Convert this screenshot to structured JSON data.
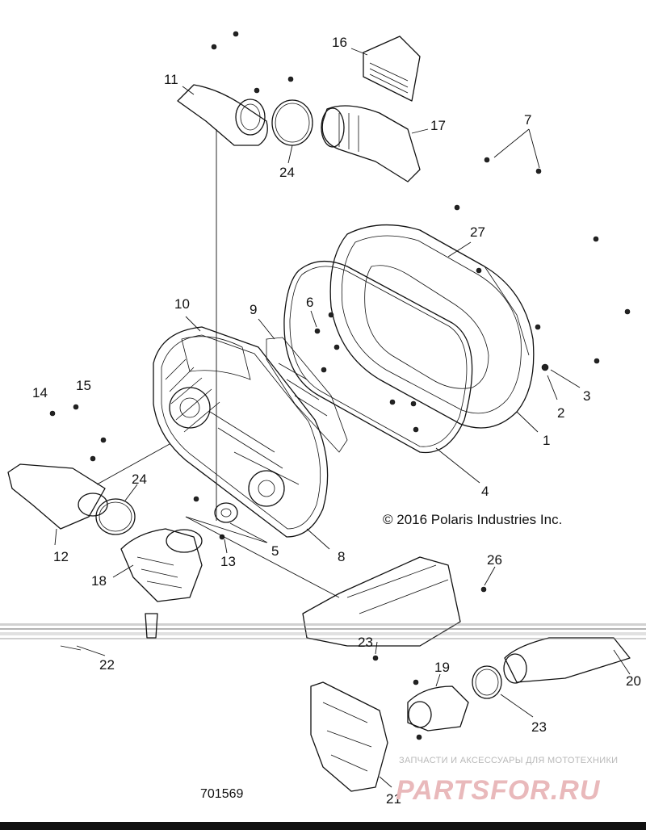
{
  "diagram": {
    "copyright": "© 2016 Polaris Industries Inc.",
    "drawing_number": "701569",
    "callouts": [
      {
        "label": "1"
      },
      {
        "label": "2"
      },
      {
        "label": "3"
      },
      {
        "label": "4"
      },
      {
        "label": "5"
      },
      {
        "label": "6"
      },
      {
        "label": "7"
      },
      {
        "label": "8"
      },
      {
        "label": "9"
      },
      {
        "label": "10"
      },
      {
        "label": "11"
      },
      {
        "label": "12"
      },
      {
        "label": "13"
      },
      {
        "label": "14"
      },
      {
        "label": "15"
      },
      {
        "label": "16"
      },
      {
        "label": "17"
      },
      {
        "label": "18"
      },
      {
        "label": "19"
      },
      {
        "label": "20"
      },
      {
        "label": "21"
      },
      {
        "label": "22"
      },
      {
        "label": "23"
      },
      {
        "label": "23"
      },
      {
        "label": "24"
      },
      {
        "label": "24"
      },
      {
        "label": "26"
      },
      {
        "label": "27"
      }
    ]
  },
  "watermark": {
    "tagline": "ЗАПЧАСТИ И АКСЕССУАРЫ ДЛЯ МОТОТЕХНИКИ",
    "brand": "PARTSFOR.RU",
    "brand_color": "#e9b9bb"
  }
}
